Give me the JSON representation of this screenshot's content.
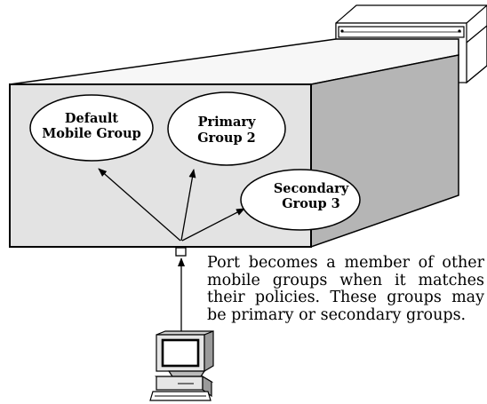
{
  "groups": {
    "default": {
      "line1": "Default",
      "line2": "Mobile Group"
    },
    "primary": {
      "line1": "Primary",
      "line2": "Group 2"
    },
    "secondary": {
      "line1": "Secondary",
      "line2": "Group 3"
    }
  },
  "caption": "Port becomes a member of other mobile groups when it matches their policies. These groups may be primary or secondary groups.",
  "colors": {
    "panel_fill": "#e3e3e3",
    "line": "#000000",
    "ellipse_fill": "#ffffff"
  },
  "icons": [
    "switch-chassis-icon",
    "port-icon",
    "workstation-icon"
  ]
}
